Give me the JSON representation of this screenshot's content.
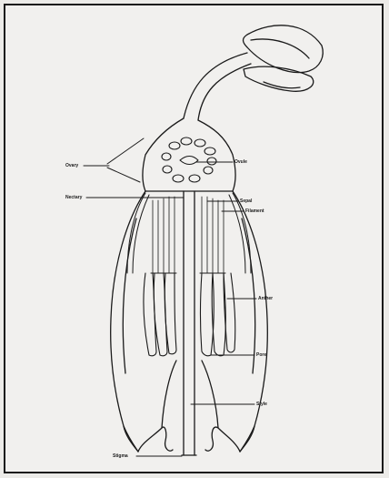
{
  "figure": {
    "labels": {
      "ovary_bracket": "Ovary",
      "ovule": "Ovule",
      "nectary": "Nectary",
      "sepal": "Sepal",
      "filament": "Filament",
      "anther": "Anther",
      "pore": "Pore",
      "style": "Style",
      "stigma": "Stigma"
    }
  }
}
